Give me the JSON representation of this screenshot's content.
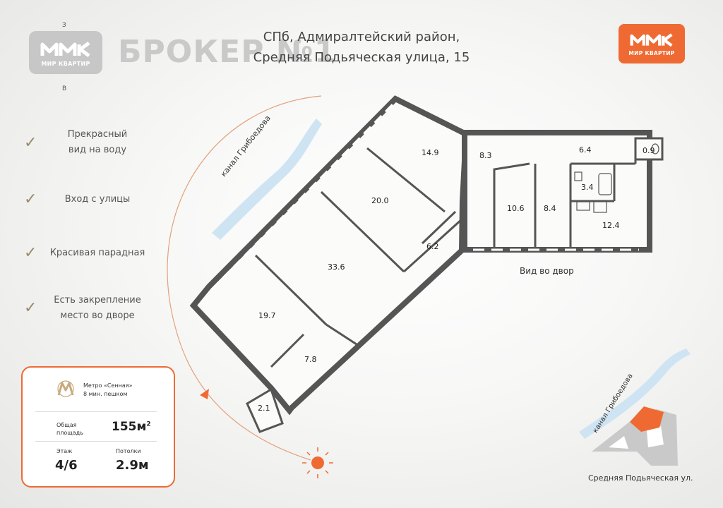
{
  "header": {
    "brand_text": "БРОКЕР №1",
    "address_line1": "СПб, Адмиралтейский район,",
    "address_line2": "Средняя Подьяческая улица, 15"
  },
  "logo": {
    "name": "МИР КВАРТИР",
    "icon": "mk-logo-icon"
  },
  "compass": {
    "north": "З",
    "south": "В"
  },
  "features": [
    {
      "line1": "Прекрасный",
      "line2": "вид на воду"
    },
    {
      "line1": "Вход с улицы"
    },
    {
      "line1": "Красивая парадная"
    },
    {
      "line1": "Есть закрепление",
      "line2": "место во дворе"
    }
  ],
  "info_card": {
    "metro_label": "Метро «Сенная»",
    "metro_walk": "8 мин. пешком",
    "area_label_1": "Общая",
    "area_label_2": "площадь",
    "area_value": "155м",
    "area_sup": "2",
    "floor_label": "Этаж",
    "floor_value": "4/6",
    "ceiling_label": "Потолки",
    "ceiling_value": "2.9м"
  },
  "plan": {
    "canal_label": "канал Грибоедова",
    "yard_label": "Вид во двор",
    "rooms": [
      "14.9",
      "20.0",
      "33.6",
      "6.2",
      "19.7",
      "7.8",
      "2.1",
      "8.3",
      "6.4",
      "0.9",
      "3.4",
      "10.6",
      "8.4",
      "12.4"
    ]
  },
  "mini_map": {
    "canal_label": "канал Грибоедова",
    "street_label": "Средняя Подьяческая ул."
  },
  "colors": {
    "accent": "#ef6a33",
    "wall": "#555555",
    "canal": "#cfe4f3",
    "logo_grey": "#c7c7c7"
  }
}
